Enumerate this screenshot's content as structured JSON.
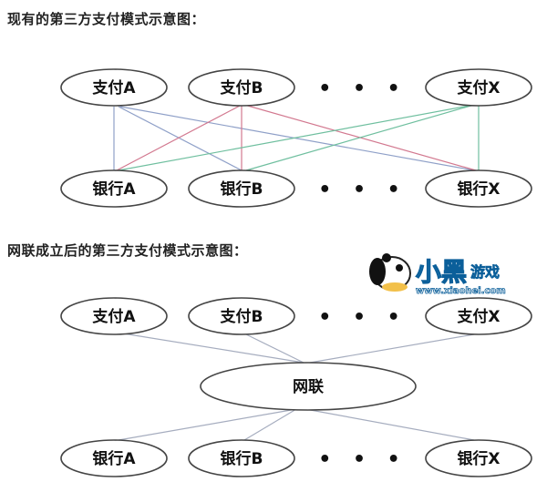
{
  "diagram1": {
    "title": "现有的第三方支付模式示意图：",
    "payments": [
      "支付A",
      "支付B",
      "支付X"
    ],
    "banks": [
      "银行A",
      "银行B",
      "银行X"
    ],
    "ellipsis": "• • •",
    "line_colors": {
      "A": "#8fa0c8",
      "B": "#d2788f",
      "X": "#6fbf9f"
    }
  },
  "diagram2": {
    "title": "网联成立后的第三方支付模式示意图：",
    "payments": [
      "支付A",
      "支付B",
      "支付X"
    ],
    "hub": "网联",
    "banks": [
      "银行A",
      "银行B",
      "银行X"
    ],
    "ellipsis": "• • •",
    "line_color": "#a6adbf"
  },
  "watermark": {
    "brand": "小黑游戏",
    "url": "www.xiaohei.com"
  }
}
